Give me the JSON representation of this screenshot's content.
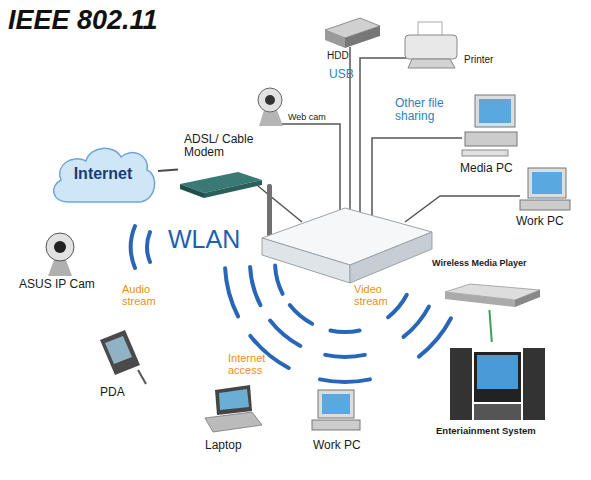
{
  "diagram": {
    "title": "IEEE 802.11",
    "nodes": [
      {
        "text": [
          "Internet"
        ]
      },
      {
        "text": [
          "ADSL/ Cable Modem"
        ]
      },
      {
        "text": [
          "Web cam"
        ]
      },
      {
        "text": [
          "HDD"
        ]
      },
      {
        "text": [
          "Printer"
        ]
      },
      {
        "text": [
          "Media PC"
        ]
      },
      {
        "text": [
          "Work PC"
        ]
      },
      {
        "text": [
          "ASUS IP Cam"
        ]
      },
      {
        "text": [
          "PDA"
        ]
      },
      {
        "text": [
          "Laptop"
        ]
      },
      {
        "text": [
          "Work PC"
        ]
      },
      {
        "text": [
          "Wireless Media Player"
        ]
      },
      {
        "text": [
          "Enteriainment System"
        ]
      }
    ],
    "edges": [
      {
        "from": 0,
        "to": 1,
        "arrow": "none"
      },
      {
        "from": 11,
        "to": 12,
        "arrow": "none"
      }
    ],
    "labels": [
      "USB",
      "Other file sharing",
      "WLAN",
      "Audio stream",
      "Internet access",
      "Video stream"
    ]
  }
}
